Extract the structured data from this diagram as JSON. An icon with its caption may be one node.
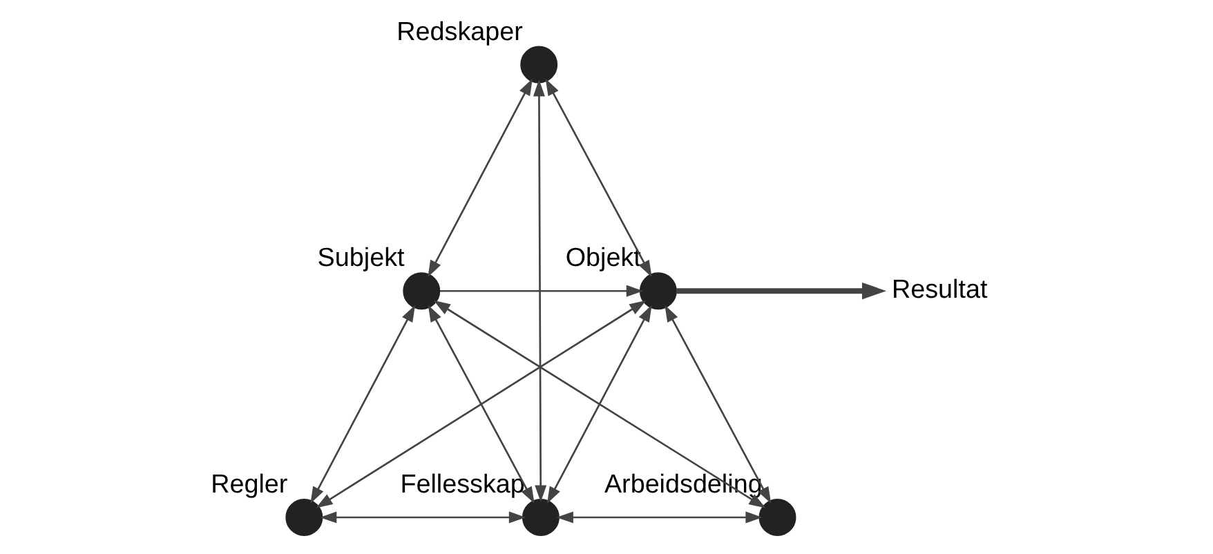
{
  "diagram": {
    "nodes": [
      {
        "text": [],
        "shape": "circle",
        "beside": [
          "Redskaper"
        ]
      },
      {
        "text": [],
        "shape": "circle",
        "beside": [
          "Subjekt"
        ]
      },
      {
        "text": [],
        "shape": "circle",
        "beside": [
          "Objekt"
        ]
      },
      {
        "text": [
          "Resultat"
        ]
      },
      {
        "text": [],
        "shape": "circle",
        "beside": [
          "Regler"
        ]
      },
      {
        "text": [],
        "shape": "circle",
        "beside": [
          "Fellesskap"
        ]
      },
      {
        "text": [],
        "shape": "circle",
        "beside": [
          "Arbeidsdeling"
        ]
      }
    ],
    "edges": [
      {
        "from": 0,
        "to": 1,
        "arrow": "both"
      },
      {
        "from": 0,
        "to": 2,
        "arrow": "both"
      },
      {
        "from": 0,
        "to": 5,
        "arrow": "both"
      },
      {
        "from": 1,
        "to": 2,
        "arrow": "to"
      },
      {
        "from": 2,
        "to": 3,
        "arrow": "to",
        "style": "thick"
      },
      {
        "from": 1,
        "to": 4,
        "arrow": "both"
      },
      {
        "from": 1,
        "to": 5,
        "arrow": "both"
      },
      {
        "from": 1,
        "to": 6,
        "arrow": "both"
      },
      {
        "from": 2,
        "to": 4,
        "arrow": "both"
      },
      {
        "from": 2,
        "to": 5,
        "arrow": "both"
      },
      {
        "from": 2,
        "to": 6,
        "arrow": "both"
      },
      {
        "from": 4,
        "to": 5,
        "arrow": "both"
      },
      {
        "from": 5,
        "to": 6,
        "arrow": "both"
      }
    ]
  }
}
